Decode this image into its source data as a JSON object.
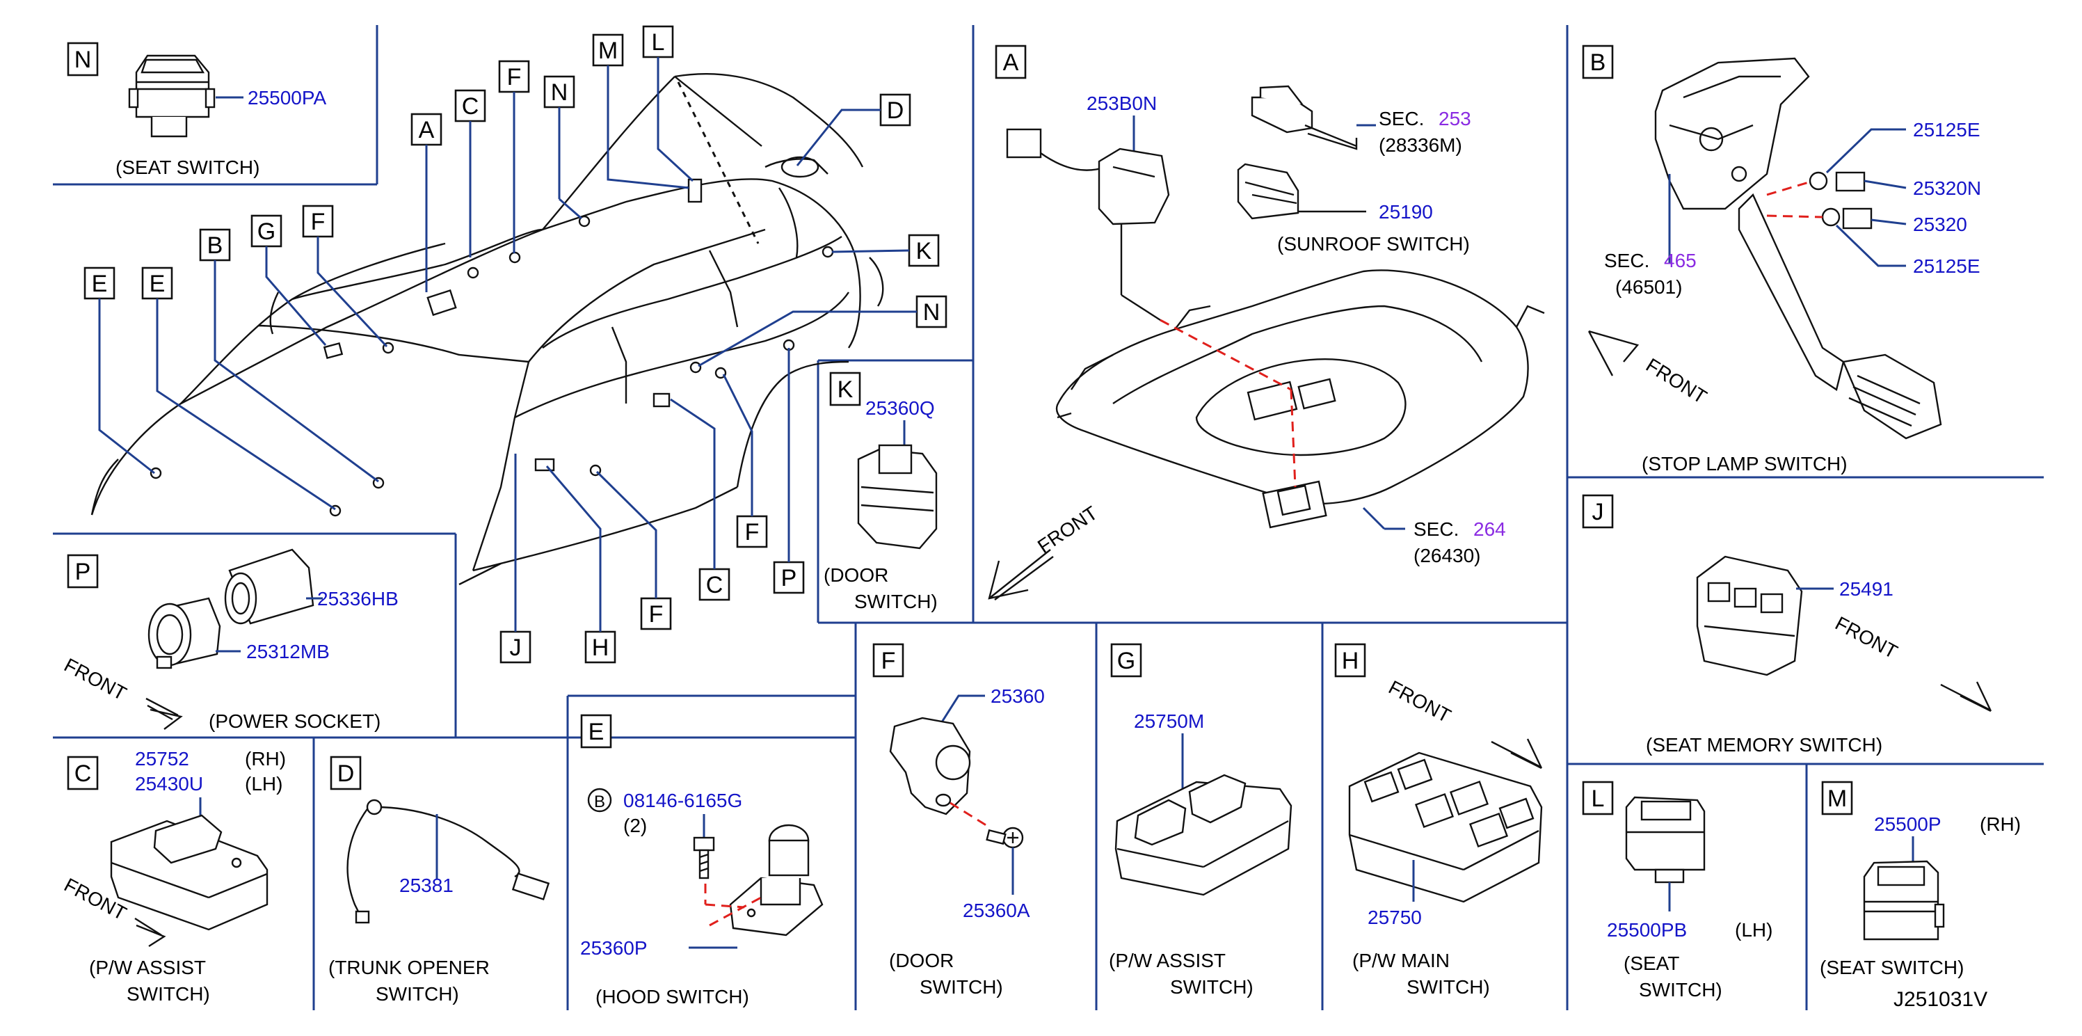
{
  "panels": {
    "N_top": {
      "letter": "N",
      "part": "25500PA",
      "caption": "(SEAT   SWITCH)"
    },
    "A": {
      "letter": "A",
      "parts": {
        "p1": "253B0N",
        "p2": "25190"
      },
      "sec1": {
        "prefix": "SEC.",
        "num": "253",
        "sub": "(28336M)"
      },
      "sunroof": "(SUNROOF   SWITCH)",
      "sec2": {
        "prefix": "SEC.",
        "num": "264",
        "sub": "(26430)"
      },
      "front": "FRONT"
    },
    "B": {
      "letter": "B",
      "parts": {
        "p1": "25125E",
        "p2": "25320N",
        "p3": "25320",
        "p4": "25125E"
      },
      "sec": {
        "prefix": "SEC.",
        "num": "465",
        "sub": "(46501)"
      },
      "front": "FRONT",
      "caption": "(STOP   LAMP   SWITCH)"
    },
    "K": {
      "letter": "K",
      "part": "25360Q",
      "caption1": "(DOOR",
      "caption2": "SWITCH)"
    },
    "J": {
      "letter": "J",
      "part": "25491",
      "front": "FRONT",
      "caption": "(SEAT   MEMORY   SWITCH)"
    },
    "P": {
      "letter": "P",
      "parts": {
        "p1": "25336HB",
        "p2": "25312MB"
      },
      "front": "FRONT",
      "caption": "(POWER   SOCKET)"
    },
    "C": {
      "letter": "C",
      "parts": {
        "p1": "25752",
        "p2": "25430U"
      },
      "sides": {
        "rh": "(RH)",
        "lh": "(LH)"
      },
      "front": "FRONT",
      "caption1": "(P/W   ASSIST",
      "caption2": "SWITCH)"
    },
    "D": {
      "letter": "D",
      "part": "25381",
      "caption1": "(TRUNK   OPENER",
      "caption2": "SWITCH)"
    },
    "E": {
      "letter": "E",
      "bolt_mark": "B",
      "bolt": "08146-6165G",
      "qty": "(2)",
      "part": "25360P",
      "caption": "(HOOD   SWITCH)"
    },
    "F": {
      "letter": "F",
      "parts": {
        "p1": "25360",
        "p2": "25360A"
      },
      "caption1": "(DOOR",
      "caption2": "SWITCH)"
    },
    "G": {
      "letter": "G",
      "part": "25750M",
      "caption1": "(P/W   ASSIST",
      "caption2": "SWITCH)"
    },
    "H": {
      "letter": "H",
      "part": "25750",
      "front": "FRONT",
      "caption1": "(P/W   MAIN",
      "caption2": "SWITCH)"
    },
    "L": {
      "letter": "L",
      "part": "25500PB",
      "side": "(LH)",
      "caption1": "(SEAT",
      "caption2": "SWITCH)"
    },
    "M": {
      "letter": "M",
      "part": "25500P",
      "side": "(RH)",
      "caption": "(SEAT   SWITCH)"
    }
  },
  "vehicle_callouts": [
    "A",
    "C",
    "F",
    "N",
    "M",
    "L",
    "D",
    "G",
    "F",
    "B",
    "E",
    "E",
    "K",
    "N",
    "J",
    "H",
    "F",
    "C",
    "F",
    "P"
  ],
  "drawing_code": "J251031V",
  "colors": {
    "divider": "#1f3f8f",
    "leader": "#1f3f8f",
    "part_number": "#1414c8",
    "section_number": "#8a2be2",
    "dashed_guide": "#e0201c"
  }
}
